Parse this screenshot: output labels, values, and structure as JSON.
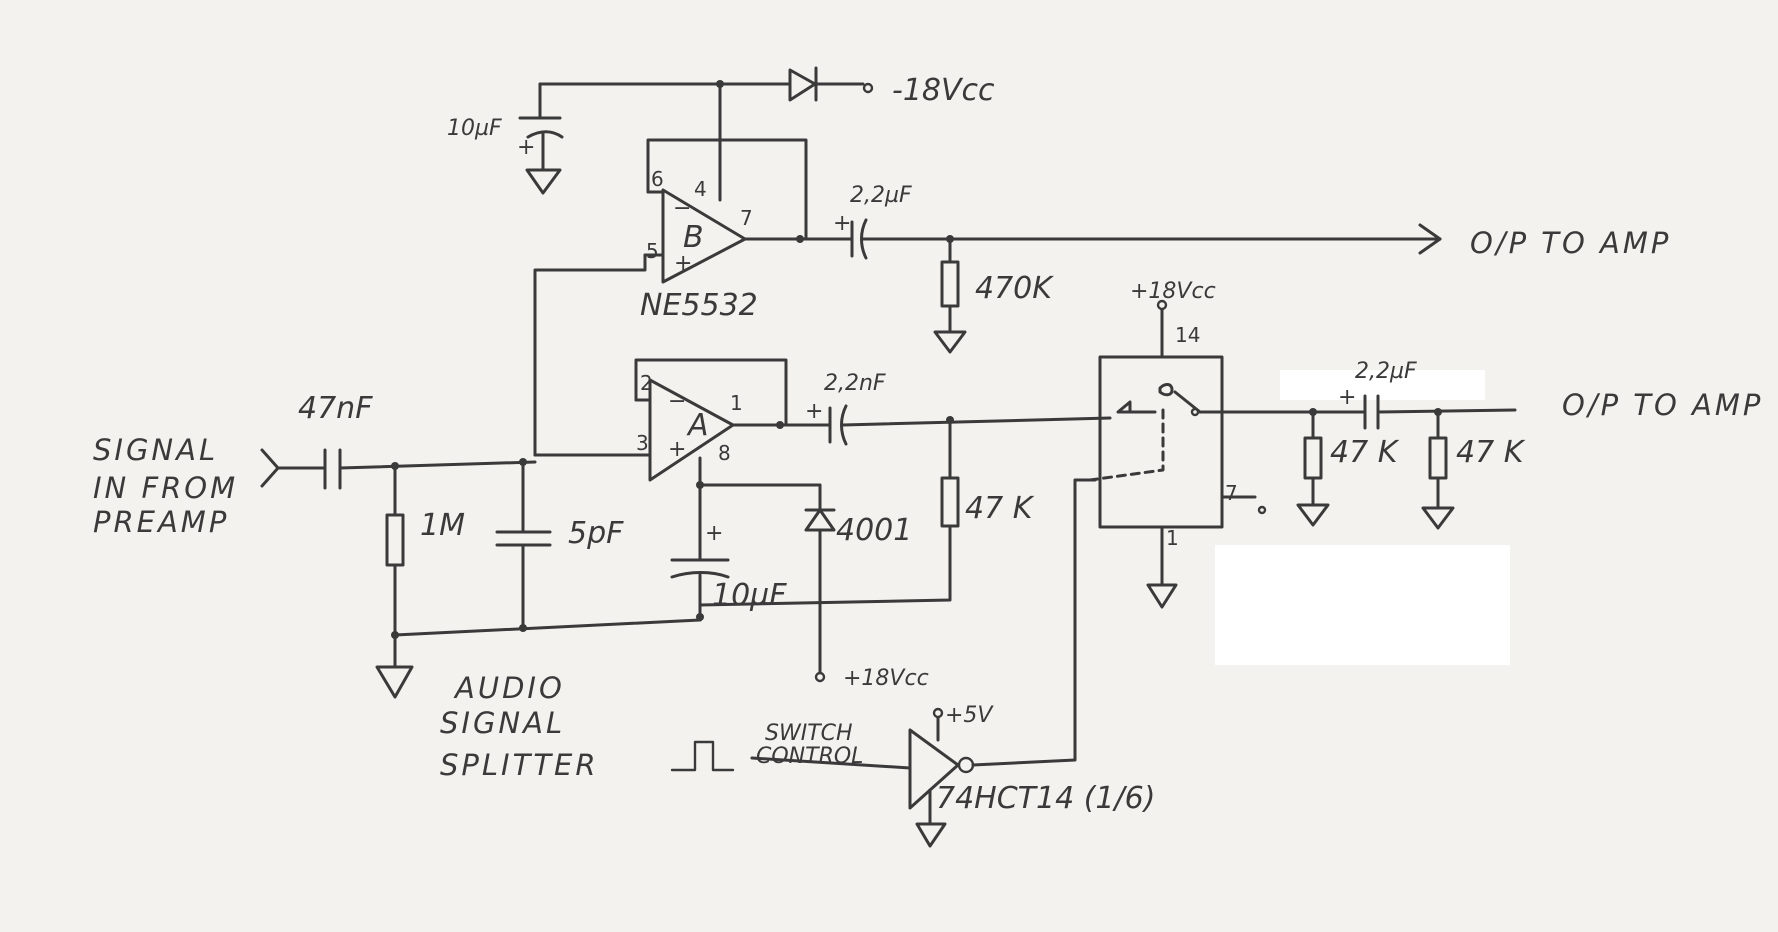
{
  "labels": {
    "c_10uf_top": "10µF",
    "supply_neg": "-18Vcc",
    "opamp_b": "B",
    "pin_6": "6",
    "pin_4": "4",
    "pin_7": "7",
    "pin_5": "5",
    "c_22uf_top": "2,2µF",
    "out_top": "O/P TO AMP",
    "r_470k": "470K",
    "ic_opamp": "NE5532",
    "supply_pos_switch": "+18Vcc",
    "pin_14": "14",
    "c_22nf": "2,2nF",
    "c_22uf_right": "2,2µF",
    "out_right": "O/P TO AMP",
    "opamp_a": "A",
    "pin_2": "2",
    "pin_1": "1",
    "pin_3": "3",
    "pin_8": "8",
    "c_47nf": "47nF",
    "input_line1": "SIGNAL",
    "input_line2": "IN FROM",
    "input_line3": "PREAMP",
    "r_1m": "1M",
    "c_5pf": "5pF",
    "c_10uf_bottom": "10µF",
    "diode_4001": "4001",
    "r_47k_mid": "47 K",
    "r_47k_a": "47 K",
    "r_47k_b": "47 K",
    "switch_pin_7": "7",
    "switch_pin_1": "1",
    "supply_pos_bottom": "+18Vcc",
    "title_line1": "AUDIO",
    "title_line2": "SIGNAL",
    "title_line3": "SPLITTER",
    "switch_ctrl_line1": "SWITCH",
    "switch_ctrl_line2": "CONTROL",
    "supply_5v": "+5V",
    "ic_inverter": "74HCT14 (1/6)"
  }
}
